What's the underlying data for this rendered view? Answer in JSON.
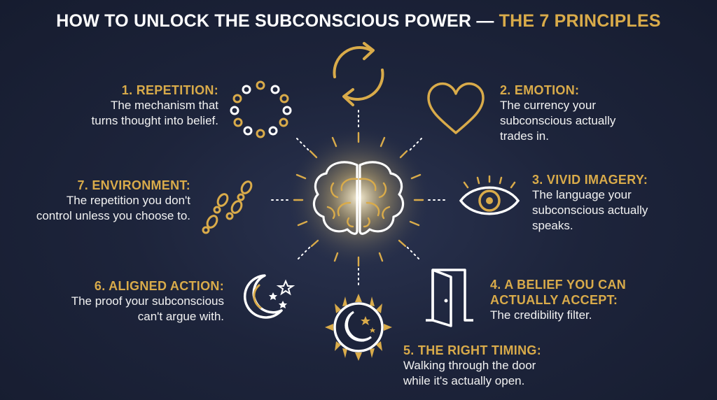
{
  "title": {
    "part1": "HOW TO UNLOCK THE SUBCONSCIOUS POWER",
    "dash": "—",
    "part2": "THE 7 PRINCIPLES"
  },
  "colors": {
    "background": "#1d243b",
    "accent": "#d9ab4a",
    "text": "#ffffff"
  },
  "center": {
    "icon": "brain-icon"
  },
  "principles": [
    {
      "heading": "1. REPETITION:",
      "lines": [
        "The mechanism that",
        "turns thought into belief."
      ],
      "icon": "circle-dots-icon"
    },
    {
      "heading": "2. EMOTION:",
      "lines": [
        "The currency your",
        "subconscious actually",
        "trades in."
      ],
      "icon": "heart-icon"
    },
    {
      "heading": "3. VIVID IMAGERY:",
      "lines": [
        "The language your",
        "subconscious actually",
        "speaks."
      ],
      "icon": "eye-icon"
    },
    {
      "heading_lines": [
        "4. A BELIEF YOU CAN",
        "ACTUALLY ACCEPT:"
      ],
      "lines": [
        "The credibility filter."
      ],
      "icon": "door-icon"
    },
    {
      "heading": "5. THE RIGHT TIMING:",
      "lines": [
        "Walking through the door",
        "while it's actually open."
      ],
      "icon": "sun-moon-icon"
    },
    {
      "heading": "6. ALIGNED ACTION:",
      "lines": [
        "The proof your subconscious",
        "can't argue with."
      ],
      "icon": "moon-stars-icon"
    },
    {
      "heading": "7. ENVIRONMENT:",
      "lines": [
        "The repetition you don't",
        "control unless you choose to."
      ],
      "icon": "footsteps-icon"
    }
  ],
  "top_icon": "cycle-arrows-icon"
}
